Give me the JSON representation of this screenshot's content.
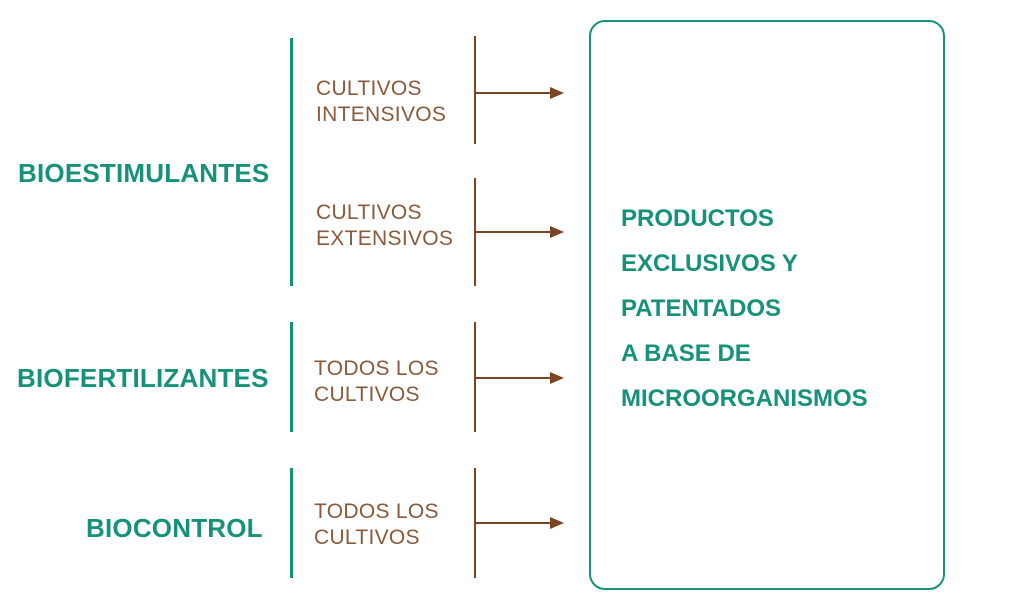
{
  "categories": {
    "bioestimulantes": "BIOESTIMULANTES",
    "biofertilizantes": "BIOFERTILIZANTES",
    "biocontrol": "BIOCONTROL"
  },
  "subgroups": [
    {
      "line1": "CULTIVOS",
      "line2": "INTENSIVOS"
    },
    {
      "line1": "CULTIVOS",
      "line2": "EXTENSIVOS"
    },
    {
      "line1": "TODOS LOS",
      "line2": "CULTIVOS"
    },
    {
      "line1": "TODOS LOS",
      "line2": "CULTIVOS"
    }
  ],
  "result_box": {
    "lines": [
      "PRODUCTOS",
      "EXCLUSIVOS Y",
      "PATENTADOS",
      "A BASE DE",
      "MICROORGANISMOS"
    ]
  },
  "colors": {
    "green": "#16917a",
    "brown": "#7a4520",
    "subtext": "#8a5a3a"
  }
}
